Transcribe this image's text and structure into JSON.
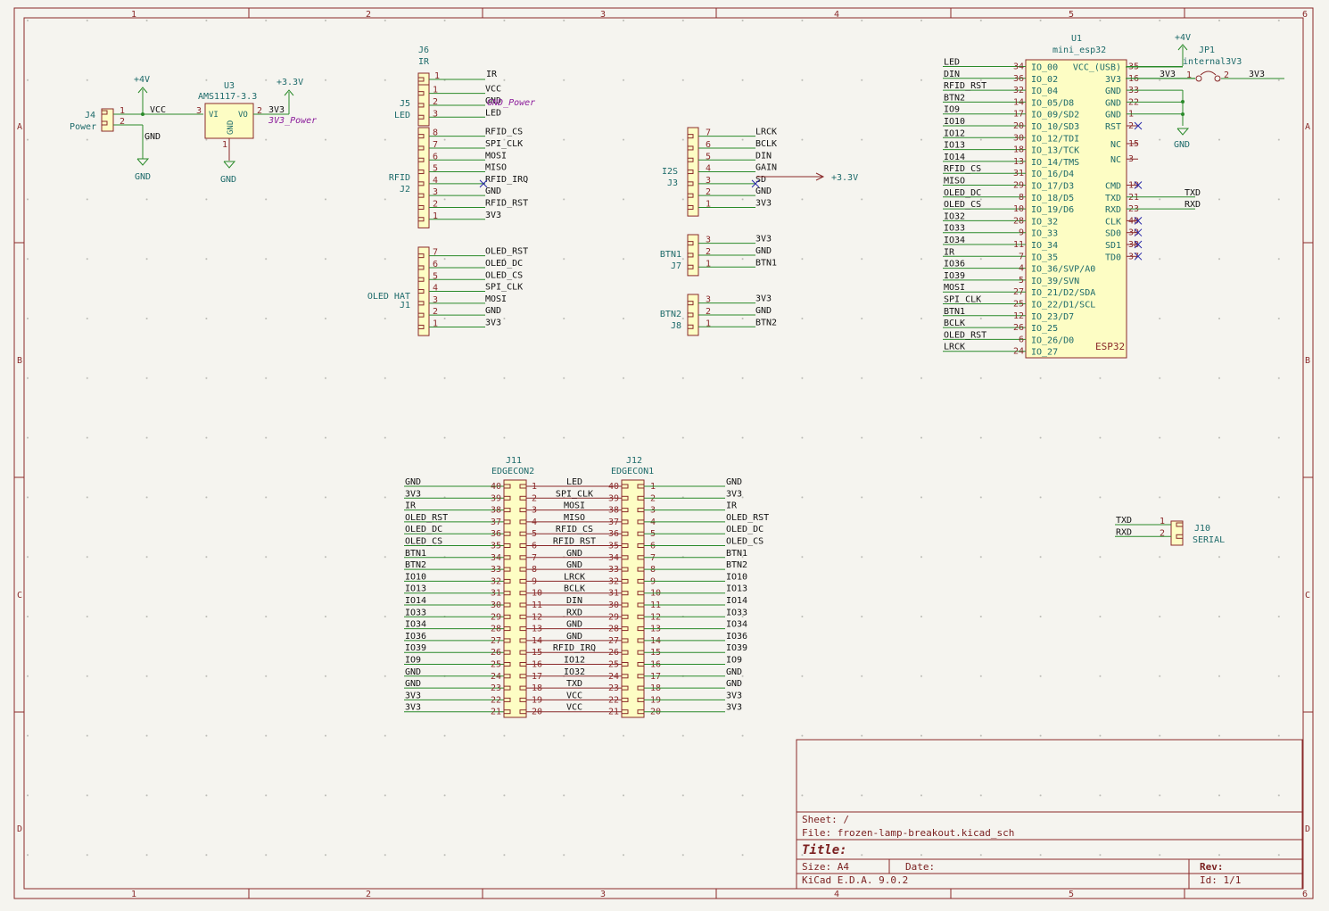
{
  "title_block": {
    "sheet": "Sheet: /",
    "file": "File: frozen-lamp-breakout.kicad_sch",
    "title": "Title:",
    "size": "Size: A4",
    "date": "Date:",
    "rev": "Rev:",
    "tool": "KiCad E.D.A. 9.0.2",
    "id": "Id: 1/1"
  },
  "border": {
    "cols": [
      "1",
      "2",
      "3",
      "4",
      "5",
      "6"
    ],
    "rows": [
      "A",
      "B",
      "C",
      "D"
    ]
  },
  "power": {
    "j4_ref": "J4",
    "j4_val": "Power",
    "vcc_label": "VCC",
    "gnd_label": "GND",
    "p4v": "+4V",
    "gnd_sym": "GND",
    "u3_ref": "U3",
    "u3_val": "AMS1117-3.3",
    "u3_vi": "VI",
    "u3_vo": "VO",
    "u3_gnd": "GND",
    "u3_gnd_sym": "GND",
    "p33v": "+3.3V",
    "out_label": "3V3",
    "out_net": "3V3_Power",
    "pin1": "1",
    "pin2": "2",
    "pin3": "3"
  },
  "j6": {
    "ref": "J6",
    "val": "IR",
    "pins": [
      {
        "n": "1",
        "label": "IR"
      }
    ]
  },
  "j5": {
    "ref": "J5",
    "val": "LED",
    "extra": "GND_Power",
    "pins": [
      {
        "n": "1",
        "label": "VCC"
      },
      {
        "n": "2",
        "label": "GND"
      },
      {
        "n": "3",
        "label": "LED"
      }
    ]
  },
  "j2": {
    "ref": "J2",
    "val": "RFID",
    "pins": [
      {
        "n": "8",
        "label": "RFID_CS"
      },
      {
        "n": "7",
        "label": "SPI_CLK"
      },
      {
        "n": "6",
        "label": "MOSI"
      },
      {
        "n": "5",
        "label": "MISO"
      },
      {
        "n": "4",
        "label": "RFID_IRQ"
      },
      {
        "n": "3",
        "label": "GND"
      },
      {
        "n": "2",
        "label": "RFID_RST"
      },
      {
        "n": "1",
        "label": "3V3"
      }
    ]
  },
  "j1": {
    "ref": "J1",
    "val": "OLED HAT",
    "pins": [
      {
        "n": "7",
        "label": "OLED_RST"
      },
      {
        "n": "6",
        "label": "OLED_DC"
      },
      {
        "n": "5",
        "label": "OLED_CS"
      },
      {
        "n": "4",
        "label": "SPI_CLK"
      },
      {
        "n": "3",
        "label": "MOSI"
      },
      {
        "n": "2",
        "label": "GND"
      },
      {
        "n": "1",
        "label": "3V3"
      }
    ]
  },
  "j3": {
    "ref": "J3",
    "val": "I2S",
    "power": "+3.3V",
    "pins": [
      {
        "n": "7",
        "label": "LRCK"
      },
      {
        "n": "6",
        "label": "BCLK"
      },
      {
        "n": "5",
        "label": "DIN"
      },
      {
        "n": "4",
        "label": "GAIN"
      },
      {
        "n": "3",
        "label": "SD"
      },
      {
        "n": "2",
        "label": "GND"
      },
      {
        "n": "1",
        "label": "3V3"
      }
    ]
  },
  "j7": {
    "ref": "J7",
    "val": "BTN1",
    "pins": [
      {
        "n": "3",
        "label": "3V3"
      },
      {
        "n": "2",
        "label": "GND"
      },
      {
        "n": "1",
        "label": "BTN1"
      }
    ]
  },
  "j8": {
    "ref": "J8",
    "val": "BTN2",
    "pins": [
      {
        "n": "3",
        "label": "3V3"
      },
      {
        "n": "2",
        "label": "GND"
      },
      {
        "n": "1",
        "label": "BTN2"
      }
    ]
  },
  "u1": {
    "ref": "U1",
    "val": "mini_esp32",
    "body": "ESP32",
    "left": [
      {
        "net": "LED",
        "n": "34",
        "pin": "IO_00"
      },
      {
        "net": "DIN",
        "n": "36",
        "pin": "IO_02"
      },
      {
        "net": "RFID_RST",
        "n": "32",
        "pin": "IO_04"
      },
      {
        "net": "BTN2",
        "n": "14",
        "pin": "IO_05/D8"
      },
      {
        "net": "IO9",
        "n": "17",
        "pin": "IO_09/SD2"
      },
      {
        "net": "IO10",
        "n": "20",
        "pin": "IO_10/SD3"
      },
      {
        "net": "IO12",
        "n": "30",
        "pin": "IO_12/TDI"
      },
      {
        "net": "IO13",
        "n": "18",
        "pin": "IO_13/TCK"
      },
      {
        "net": "IO14",
        "n": "13",
        "pin": "IO_14/TMS"
      },
      {
        "net": "RFID_CS",
        "n": "31",
        "pin": "IO_16/D4"
      },
      {
        "net": "MISO",
        "n": "29",
        "pin": "IO_17/D3"
      },
      {
        "net": "OLED_DC",
        "n": "8",
        "pin": "IO_18/D5"
      },
      {
        "net": "OLED_CS",
        "n": "10",
        "pin": "IO_19/D6"
      },
      {
        "net": "IO32",
        "n": "28",
        "pin": "IO_32"
      },
      {
        "net": "IO33",
        "n": "9",
        "pin": "IO_33"
      },
      {
        "net": "IO34",
        "n": "11",
        "pin": "IO_34"
      },
      {
        "net": "IR",
        "n": "7",
        "pin": "IO_35"
      },
      {
        "net": "IO36",
        "n": "4",
        "pin": "IO_36/SVP/A0"
      },
      {
        "net": "IO39",
        "n": "5",
        "pin": "IO_39/SVN"
      },
      {
        "net": "MOSI",
        "n": "27",
        "pin": "IO_21/D2/SDA"
      },
      {
        "net": "SPI_CLK",
        "n": "25",
        "pin": "IO_22/D1/SCL"
      },
      {
        "net": "BTN1",
        "n": "12",
        "pin": "IO_23/D7"
      },
      {
        "net": "BCLK",
        "n": "26",
        "pin": "IO_25"
      },
      {
        "net": "OLED_RST",
        "n": "6",
        "pin": "IO_26/D0"
      },
      {
        "net": "LRCK",
        "n": "24",
        "pin": "IO_27"
      }
    ],
    "right": [
      {
        "pin": "VCC_(USB)",
        "n": "35",
        "net": ""
      },
      {
        "pin": "3V3",
        "n": "16",
        "net": "3V3"
      },
      {
        "pin": "GND",
        "n": "33",
        "net": ""
      },
      {
        "pin": "GND",
        "n": "22",
        "net": ""
      },
      {
        "pin": "GND",
        "n": "1",
        "net": ""
      },
      {
        "pin": "RST",
        "n": "2",
        "net": ""
      },
      {
        "pin": "NC",
        "n": "15",
        "net": ""
      },
      {
        "pin": "NC",
        "n": "3",
        "net": ""
      },
      {
        "pin": "CMD",
        "n": "19",
        "net": ""
      },
      {
        "pin": "TXD",
        "n": "21",
        "net": "TXD"
      },
      {
        "pin": "RXD",
        "n": "23",
        "net": "RXD"
      },
      {
        "pin": "CLK",
        "n": "40",
        "net": ""
      },
      {
        "pin": "SD0",
        "n": "39",
        "net": ""
      },
      {
        "pin": "SD1",
        "n": "38",
        "net": ""
      },
      {
        "pin": "TD0",
        "n": "37",
        "net": ""
      }
    ],
    "gnd_sym": "GND"
  },
  "jp1": {
    "ref": "JP1",
    "val": "internal3V3",
    "p4v": "+4V",
    "left": "3V3",
    "right": "3V3",
    "p1": "1",
    "p2": "2"
  },
  "j10": {
    "ref": "J10",
    "val": "SERIAL",
    "pins": [
      {
        "n": "1",
        "net": "TXD"
      },
      {
        "n": "2",
        "net": "RXD"
      }
    ]
  },
  "j11": {
    "ref": "J11",
    "val": "EDGECON2",
    "rows": [
      {
        "net": "GND",
        "ln": "40",
        "rn": "1",
        "rl": "LED"
      },
      {
        "net": "3V3",
        "ln": "39",
        "rn": "2",
        "rl": "SPI_CLK"
      },
      {
        "net": "IR",
        "ln": "38",
        "rn": "3",
        "rl": "MOSI"
      },
      {
        "net": "OLED_RST",
        "ln": "37",
        "rn": "4",
        "rl": "MISO"
      },
      {
        "net": "OLED_DC",
        "ln": "36",
        "rn": "5",
        "rl": "RFID_CS"
      },
      {
        "net": "OLED_CS",
        "ln": "35",
        "rn": "6",
        "rl": "RFID_RST"
      },
      {
        "net": "BTN1",
        "ln": "34",
        "rn": "7",
        "rl": "GND"
      },
      {
        "net": "BTN2",
        "ln": "33",
        "rn": "8",
        "rl": "GND"
      },
      {
        "net": "IO10",
        "ln": "32",
        "rn": "9",
        "rl": "LRCK"
      },
      {
        "net": "IO13",
        "ln": "31",
        "rn": "10",
        "rl": "BCLK"
      },
      {
        "net": "IO14",
        "ln": "30",
        "rn": "11",
        "rl": "DIN"
      },
      {
        "net": "IO33",
        "ln": "29",
        "rn": "12",
        "rl": "RXD"
      },
      {
        "net": "IO34",
        "ln": "28",
        "rn": "13",
        "rl": "GND"
      },
      {
        "net": "IO36",
        "ln": "27",
        "rn": "14",
        "rl": "GND"
      },
      {
        "net": "IO39",
        "ln": "26",
        "rn": "15",
        "rl": "RFID_IRQ"
      },
      {
        "net": "IO9",
        "ln": "25",
        "rn": "16",
        "rl": "IO12"
      },
      {
        "net": "GND",
        "ln": "24",
        "rn": "17",
        "rl": "IO32"
      },
      {
        "net": "GND",
        "ln": "23",
        "rn": "18",
        "rl": "TXD"
      },
      {
        "net": "3V3",
        "ln": "22",
        "rn": "19",
        "rl": "VCC"
      },
      {
        "net": "3V3",
        "ln": "21",
        "rn": "20",
        "rl": "VCC"
      }
    ]
  },
  "j12": {
    "ref": "J12",
    "val": "EDGECON1",
    "rows": [
      {
        "ln": "40",
        "rn": "1",
        "net": "GND"
      },
      {
        "ln": "39",
        "rn": "2",
        "net": "3V3"
      },
      {
        "ln": "38",
        "rn": "3",
        "net": "IR"
      },
      {
        "ln": "37",
        "rn": "4",
        "net": "OLED_RST"
      },
      {
        "ln": "36",
        "rn": "5",
        "net": "OLED_DC"
      },
      {
        "ln": "35",
        "rn": "6",
        "net": "OLED_CS"
      },
      {
        "ln": "34",
        "rn": "7",
        "net": "BTN1"
      },
      {
        "ln": "33",
        "rn": "8",
        "net": "BTN2"
      },
      {
        "ln": "32",
        "rn": "9",
        "net": "IO10"
      },
      {
        "ln": "31",
        "rn": "10",
        "net": "IO13"
      },
      {
        "ln": "30",
        "rn": "11",
        "net": "IO14"
      },
      {
        "ln": "29",
        "rn": "12",
        "net": "IO33"
      },
      {
        "ln": "28",
        "rn": "13",
        "net": "IO34"
      },
      {
        "ln": "27",
        "rn": "14",
        "net": "IO36"
      },
      {
        "ln": "26",
        "rn": "15",
        "net": "IO39"
      },
      {
        "ln": "25",
        "rn": "16",
        "net": "IO9"
      },
      {
        "ln": "24",
        "rn": "17",
        "net": "GND"
      },
      {
        "ln": "23",
        "rn": "18",
        "net": "GND"
      },
      {
        "ln": "22",
        "rn": "19",
        "net": "3V3"
      },
      {
        "ln": "21",
        "rn": "20",
        "net": "3V3"
      }
    ]
  }
}
